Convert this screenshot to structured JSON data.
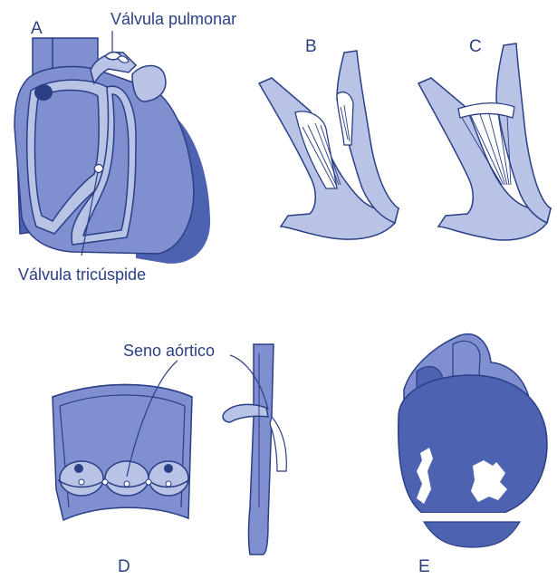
{
  "panels": {
    "a": {
      "letter": "A"
    },
    "b": {
      "letter": "B"
    },
    "c": {
      "letter": "C"
    },
    "d": {
      "letter": "D"
    },
    "e": {
      "letter": "E"
    }
  },
  "labels": {
    "pulmonary_valve": "Válvula pulmonar",
    "tricuspid_valve": "Válvula tricúspide",
    "aortic_sinus": "Seno aórtico"
  },
  "colors": {
    "light": "#b8c3e6",
    "mid": "#7f8fd0",
    "dark": "#4e62b2",
    "outline": "#2a3f86",
    "background": "#ffffff"
  }
}
